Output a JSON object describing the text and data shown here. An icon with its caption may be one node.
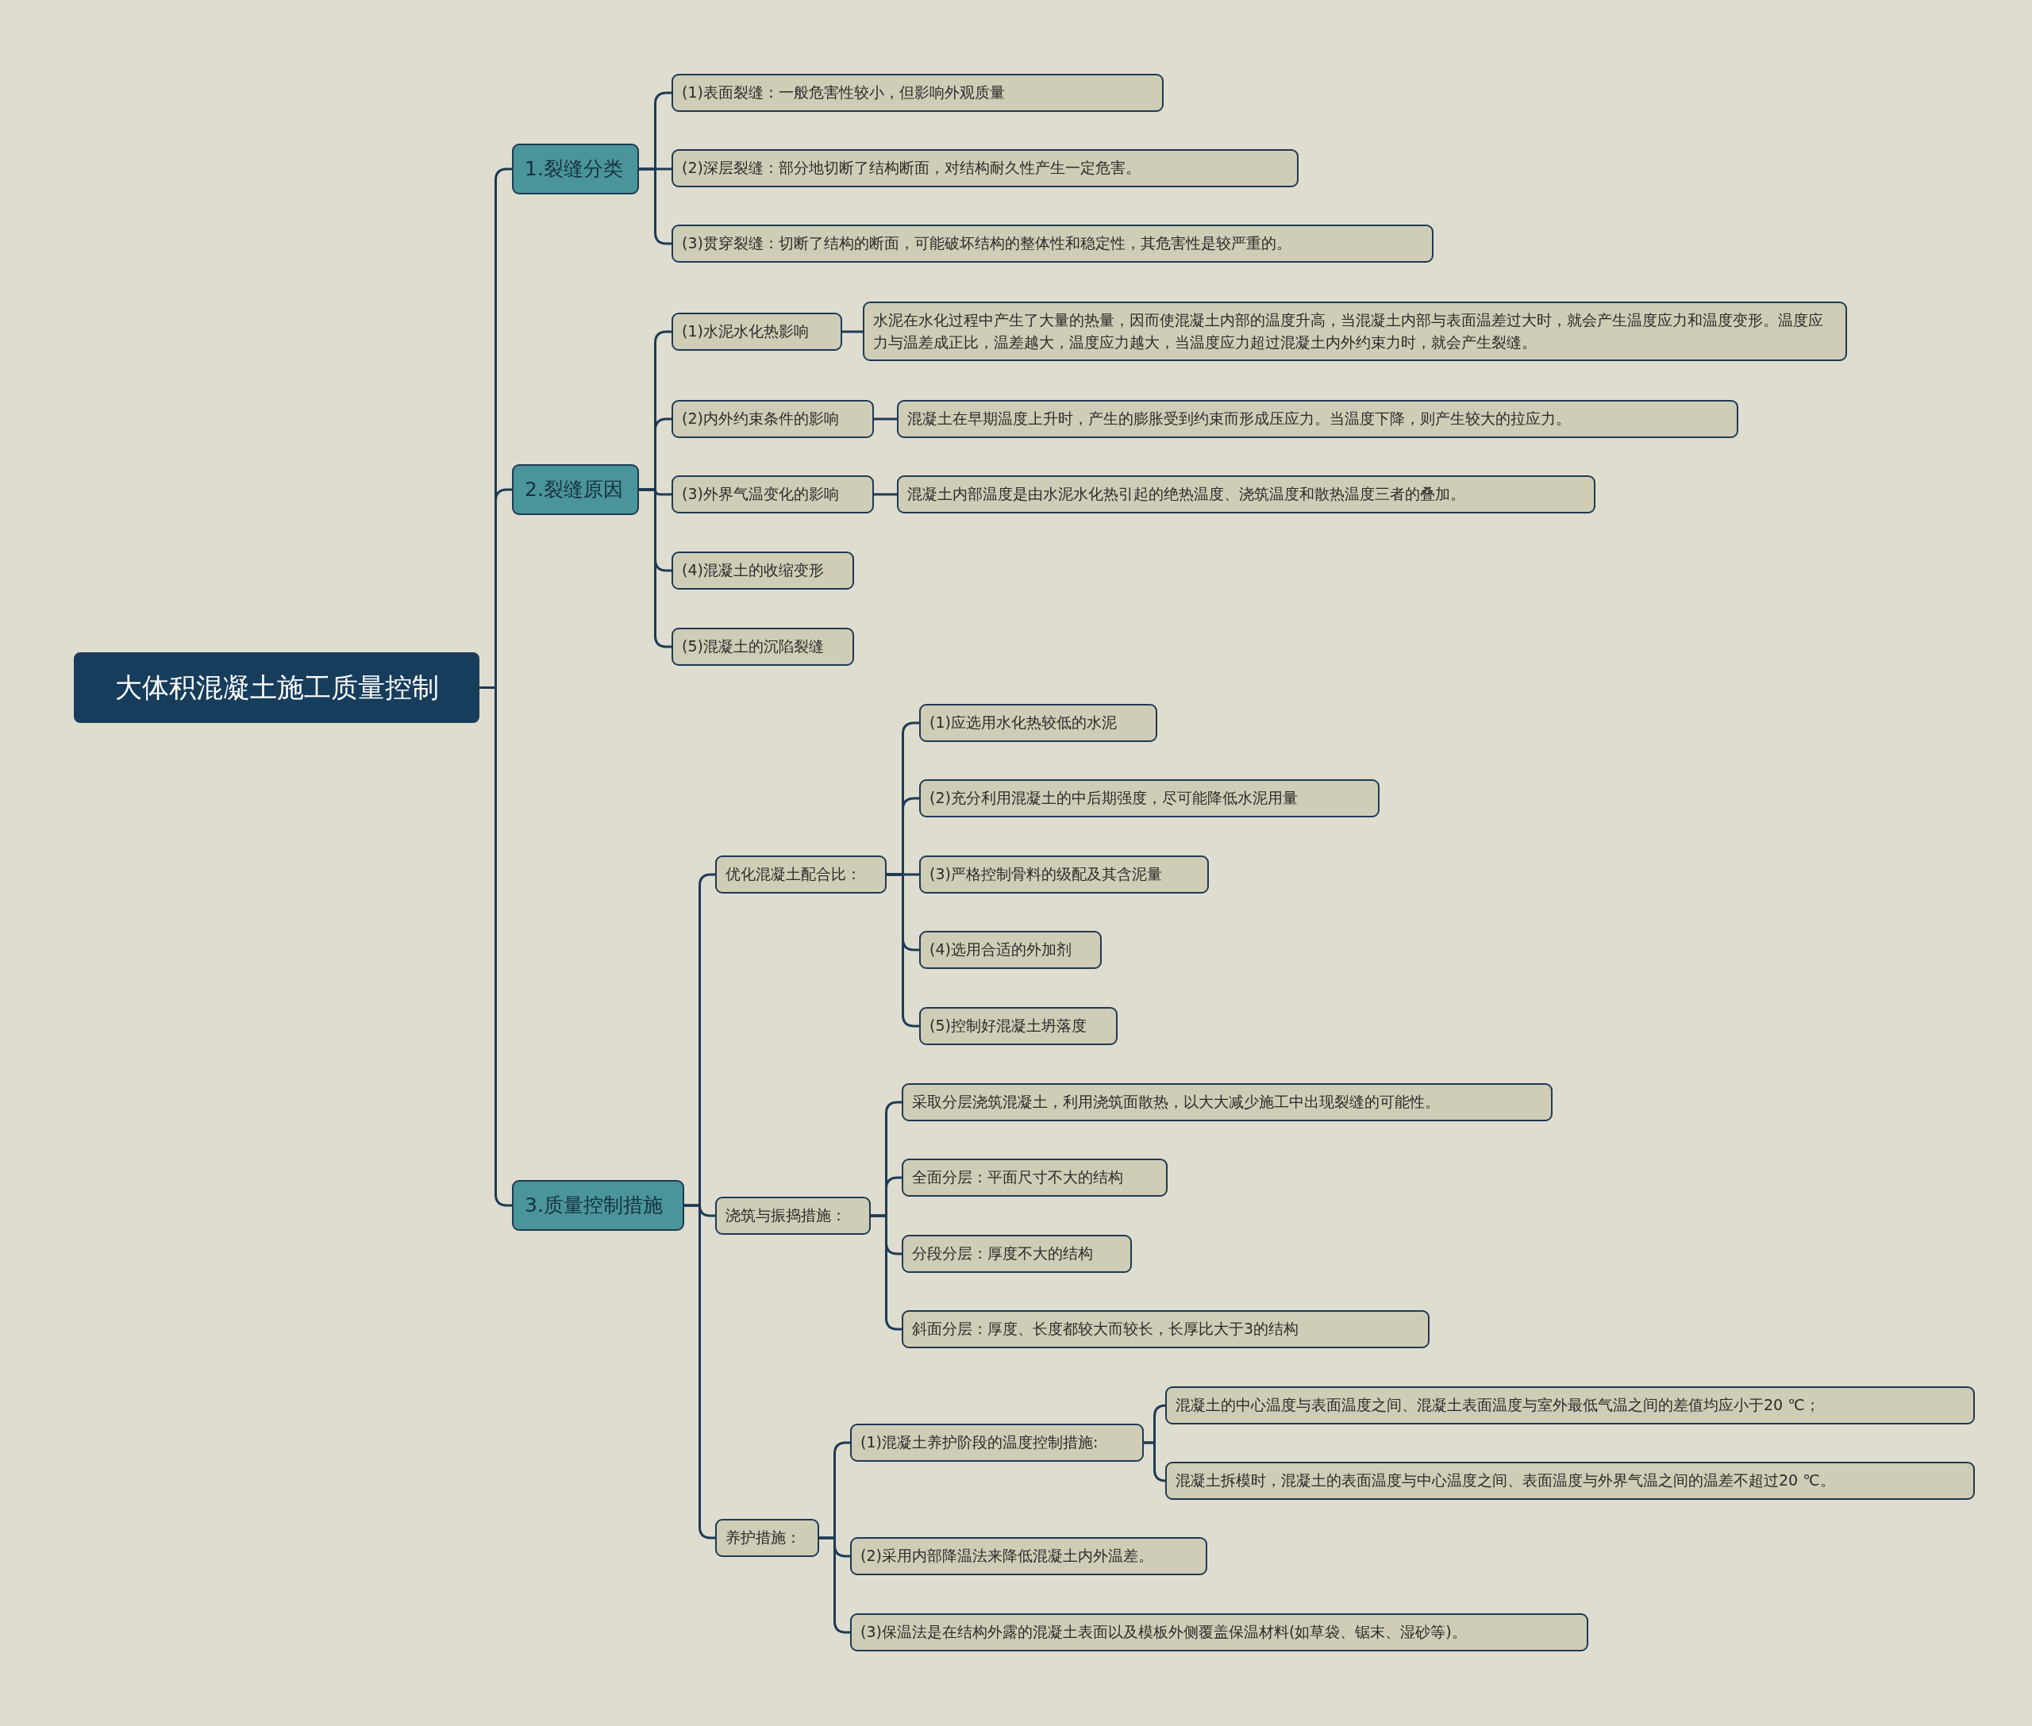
{
  "diagram": {
    "nodes": [
      {
        "text": [
          "大体积混凝土施工质量控制"
        ]
      },
      {
        "text": [
          "1.裂缝分类"
        ]
      },
      {
        "text": [
          "(1)表面裂缝：一般危害性较小，但影响外观质量"
        ]
      },
      {
        "text": [
          "(2)深层裂缝：部分地切断了结构断面，对结构耐久性产生一定危害。"
        ]
      },
      {
        "text": [
          "(3)贯穿裂缝：切断了结构的断面，可能破坏结构的整体性和稳定性，其危害性是较严重的。"
        ]
      },
      {
        "text": [
          "2.裂缝原因"
        ]
      },
      {
        "text": [
          "(1)水泥水化热影响"
        ]
      },
      {
        "text": [
          "水泥在水化过程中产生了大量的热量，因而使混凝土内部的温度升高，当混凝土内部与表面温差过大时，就会产生温度应力和温度变形。温度应力与温差成正比，温差越大，温度应力越大，当温度应力超过混凝土内外约束力时，就会产生裂缝。"
        ]
      },
      {
        "text": [
          "(2)内外约束条件的影响"
        ]
      },
      {
        "text": [
          "混凝土在早期温度上升时，产生的膨胀受到约束而形成压应力。当温度下降，则产生较大的拉应力。"
        ]
      },
      {
        "text": [
          "(3)外界气温变化的影响"
        ]
      },
      {
        "text": [
          "混凝土内部温度是由水泥水化热引起的绝热温度、浇筑温度和散热温度三者的叠加。"
        ]
      },
      {
        "text": [
          "(4)混凝土的收缩变形"
        ]
      },
      {
        "text": [
          "(5)混凝土的沉陷裂缝"
        ]
      },
      {
        "text": [
          "3.质量控制措施"
        ]
      },
      {
        "text": [
          "优化混凝土配合比："
        ]
      },
      {
        "text": [
          "(1)应选用水化热较低的水泥"
        ]
      },
      {
        "text": [
          "(2)充分利用混凝土的中后期强度，尽可能降低水泥用量"
        ]
      },
      {
        "text": [
          "(3)严格控制骨料的级配及其含泥量"
        ]
      },
      {
        "text": [
          "(4)选用合适的外加剂"
        ]
      },
      {
        "text": [
          "(5)控制好混凝土坍落度"
        ]
      },
      {
        "text": [
          "浇筑与振捣措施："
        ]
      },
      {
        "text": [
          "采取分层浇筑混凝土，利用浇筑面散热，以大大减少施工中出现裂缝的可能性。"
        ]
      },
      {
        "text": [
          "全面分层：平面尺寸不大的结构"
        ]
      },
      {
        "text": [
          "分段分层：厚度不大的结构"
        ]
      },
      {
        "text": [
          "斜面分层：厚度、长度都较大而较长，长厚比大于3的结构"
        ]
      },
      {
        "text": [
          "养护措施："
        ]
      },
      {
        "text": [
          "(1)混凝土养护阶段的温度控制措施:"
        ]
      },
      {
        "text": [
          "混凝土的中心温度与表面温度之间、混凝土表面温度与室外最低气温之间的差值均应小于20 ℃；"
        ]
      },
      {
        "text": [
          "混凝土拆模时，混凝土的表面温度与中心温度之间、表面温度与外界气温之间的温差不超过20 ℃。"
        ]
      },
      {
        "text": [
          "(2)采用内部降温法来降低混凝土内外温差。"
        ]
      },
      {
        "text": [
          "(3)保温法是在结构外露的混凝土表面以及模板外侧覆盖保温材料(如草袋、锯末、湿砂等)。"
        ]
      }
    ],
    "edges": [
      {
        "from": 0,
        "to": 1,
        "arrow": "none"
      },
      {
        "from": 0,
        "to": 5,
        "arrow": "none"
      },
      {
        "from": 0,
        "to": 14,
        "arrow": "none"
      },
      {
        "from": 1,
        "to": 2,
        "arrow": "none"
      },
      {
        "from": 1,
        "to": 3,
        "arrow": "none"
      },
      {
        "from": 1,
        "to": 4,
        "arrow": "none"
      },
      {
        "from": 5,
        "to": 6,
        "arrow": "none"
      },
      {
        "from": 5,
        "to": 8,
        "arrow": "none"
      },
      {
        "from": 5,
        "to": 10,
        "arrow": "none"
      },
      {
        "from": 5,
        "to": 12,
        "arrow": "none"
      },
      {
        "from": 5,
        "to": 13,
        "arrow": "none"
      },
      {
        "from": 6,
        "to": 7,
        "arrow": "none"
      },
      {
        "from": 8,
        "to": 9,
        "arrow": "none"
      },
      {
        "from": 10,
        "to": 11,
        "arrow": "none"
      },
      {
        "from": 14,
        "to": 15,
        "arrow": "none"
      },
      {
        "from": 14,
        "to": 21,
        "arrow": "none"
      },
      {
        "from": 14,
        "to": 26,
        "arrow": "none"
      },
      {
        "from": 15,
        "to": 16,
        "arrow": "none"
      },
      {
        "from": 15,
        "to": 17,
        "arrow": "none"
      },
      {
        "from": 15,
        "to": 18,
        "arrow": "none"
      },
      {
        "from": 15,
        "to": 19,
        "arrow": "none"
      },
      {
        "from": 15,
        "to": 20,
        "arrow": "none"
      },
      {
        "from": 21,
        "to": 22,
        "arrow": "none"
      },
      {
        "from": 21,
        "to": 23,
        "arrow": "none"
      },
      {
        "from": 21,
        "to": 24,
        "arrow": "none"
      },
      {
        "from": 21,
        "to": 25,
        "arrow": "none"
      },
      {
        "from": 26,
        "to": 27,
        "arrow": "none"
      },
      {
        "from": 26,
        "to": 30,
        "arrow": "none"
      },
      {
        "from": 26,
        "to": 31,
        "arrow": "none"
      },
      {
        "from": 27,
        "to": 28,
        "arrow": "none"
      },
      {
        "from": 27,
        "to": 29,
        "arrow": "none"
      }
    ]
  }
}
